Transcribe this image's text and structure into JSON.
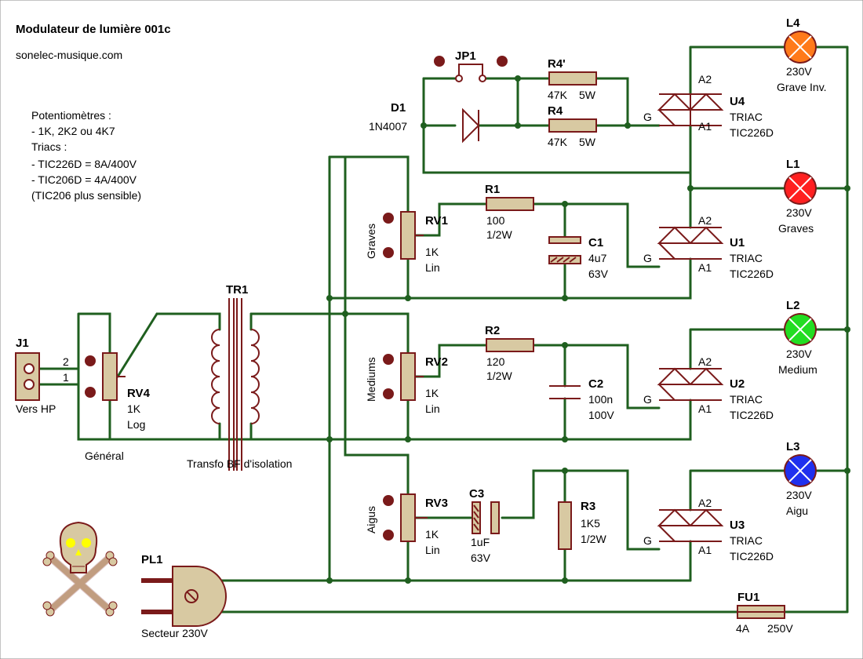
{
  "title": "Modulateur de lumière 001c",
  "website": "sonelec-musique.com",
  "notes": [
    "Potentiomètres :",
    "- 1K, 2K2 ou 4K7",
    "Triacs :",
    "- TIC226D = 8A/400V",
    "- TIC206D = 4A/400V",
    "(TIC206 plus sensible)"
  ],
  "colors": {
    "wire": "#1f5f1f",
    "component": "#7a1a1a",
    "body": "#d8c9a2",
    "pad": "#7a1a1a"
  },
  "connector": {
    "ref": "J1",
    "pin2": "2",
    "pin1": "1",
    "label": "Vers HP"
  },
  "rv4": {
    "ref": "RV4",
    "value": "1K",
    "taper": "Log",
    "label": "Général"
  },
  "transformer": {
    "ref": "TR1",
    "label": "Transfo BF d'isolation"
  },
  "jumper": {
    "ref": "JP1"
  },
  "diode": {
    "ref": "D1",
    "value": "1N4007"
  },
  "r4p": {
    "ref": "R4'",
    "value": "47K",
    "power": "5W"
  },
  "r4": {
    "ref": "R4",
    "value": "47K",
    "power": "5W"
  },
  "channels": {
    "graves": {
      "pot_label": "Graves",
      "pot_ref": "RV1",
      "pot_value": "1K",
      "pot_taper": "Lin",
      "r_ref": "R1",
      "r_value": "100",
      "r_power": "1/2W",
      "c_ref": "C1",
      "c_value": "4u7",
      "c_voltage": "63V"
    },
    "mediums": {
      "pot_label": "Mediums",
      "pot_ref": "RV2",
      "pot_value": "1K",
      "pot_taper": "Lin",
      "r_ref": "R2",
      "r_value": "120",
      "r_power": "1/2W",
      "c_ref": "C2",
      "c_value": "100n",
      "c_voltage": "100V"
    },
    "aigus": {
      "pot_label": "Aigus",
      "pot_ref": "RV3",
      "pot_value": "1K",
      "pot_taper": "Lin",
      "c_ref": "C3",
      "c_value": "1uF",
      "c_voltage": "63V",
      "r_ref": "R3",
      "r_value": "1K5",
      "r_power": "1/2W"
    }
  },
  "triacs": [
    {
      "ref": "U4",
      "type": "TRIAC",
      "model": "TIC226D",
      "a2": "A2",
      "a1": "A1",
      "g": "G"
    },
    {
      "ref": "U1",
      "type": "TRIAC",
      "model": "TIC226D",
      "a2": "A2",
      "a1": "A1",
      "g": "G"
    },
    {
      "ref": "U2",
      "type": "TRIAC",
      "model": "TIC226D",
      "a2": "A2",
      "a1": "A1",
      "g": "G"
    },
    {
      "ref": "U3",
      "type": "TRIAC",
      "model": "TIC226D",
      "a2": "A2",
      "a1": "A1",
      "g": "G"
    }
  ],
  "lamps": [
    {
      "ref": "L4",
      "voltage": "230V",
      "label": "Grave Inv.",
      "color": "#ff7a1a"
    },
    {
      "ref": "L1",
      "voltage": "230V",
      "label": "Graves",
      "color": "#ff2020"
    },
    {
      "ref": "L2",
      "voltage": "230V",
      "label": "Medium",
      "color": "#22dd22"
    },
    {
      "ref": "L3",
      "voltage": "230V",
      "label": "Aigu",
      "color": "#2030ee"
    }
  ],
  "plug": {
    "ref": "PL1",
    "label": "Secteur 230V"
  },
  "fuse": {
    "ref": "FU1",
    "current": "4A",
    "voltage": "250V"
  },
  "hazard": {
    "icon": "skull-crossbones-icon",
    "eye_color": "#ffff00"
  }
}
